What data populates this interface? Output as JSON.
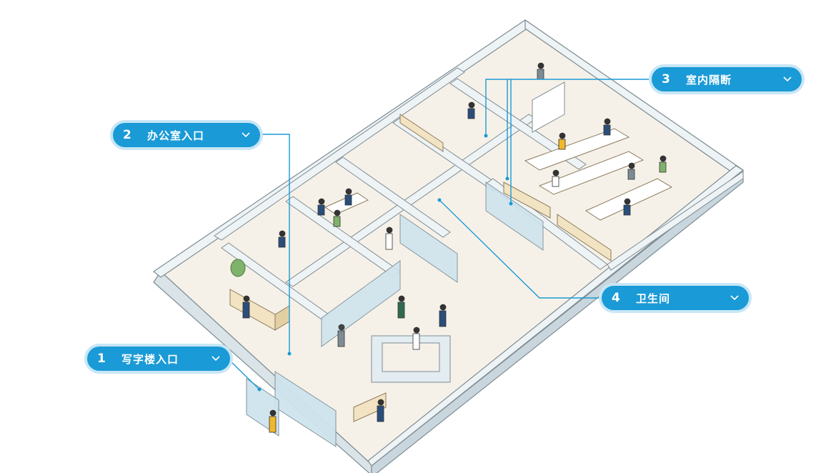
{
  "callouts": [
    {
      "id": "office-building-entrance",
      "number": "1",
      "label": "写字楼入口"
    },
    {
      "id": "office-entrance",
      "number": "2",
      "label": "办公室入口"
    },
    {
      "id": "interior-partition",
      "number": "3",
      "label": "室内隔断"
    },
    {
      "id": "restroom",
      "number": "4",
      "label": "卫生间"
    }
  ],
  "colors": {
    "accent": "#1a9ad6",
    "accent_halo": "#c8e6f5",
    "floor": "#f6f1e8",
    "wall_top": "#eef3f5",
    "wall_side": "#d9e3e8",
    "glass": "#cfe4ee",
    "desk": "#f2e3c2"
  },
  "icons": {
    "chevron": "chevron-down-icon"
  }
}
